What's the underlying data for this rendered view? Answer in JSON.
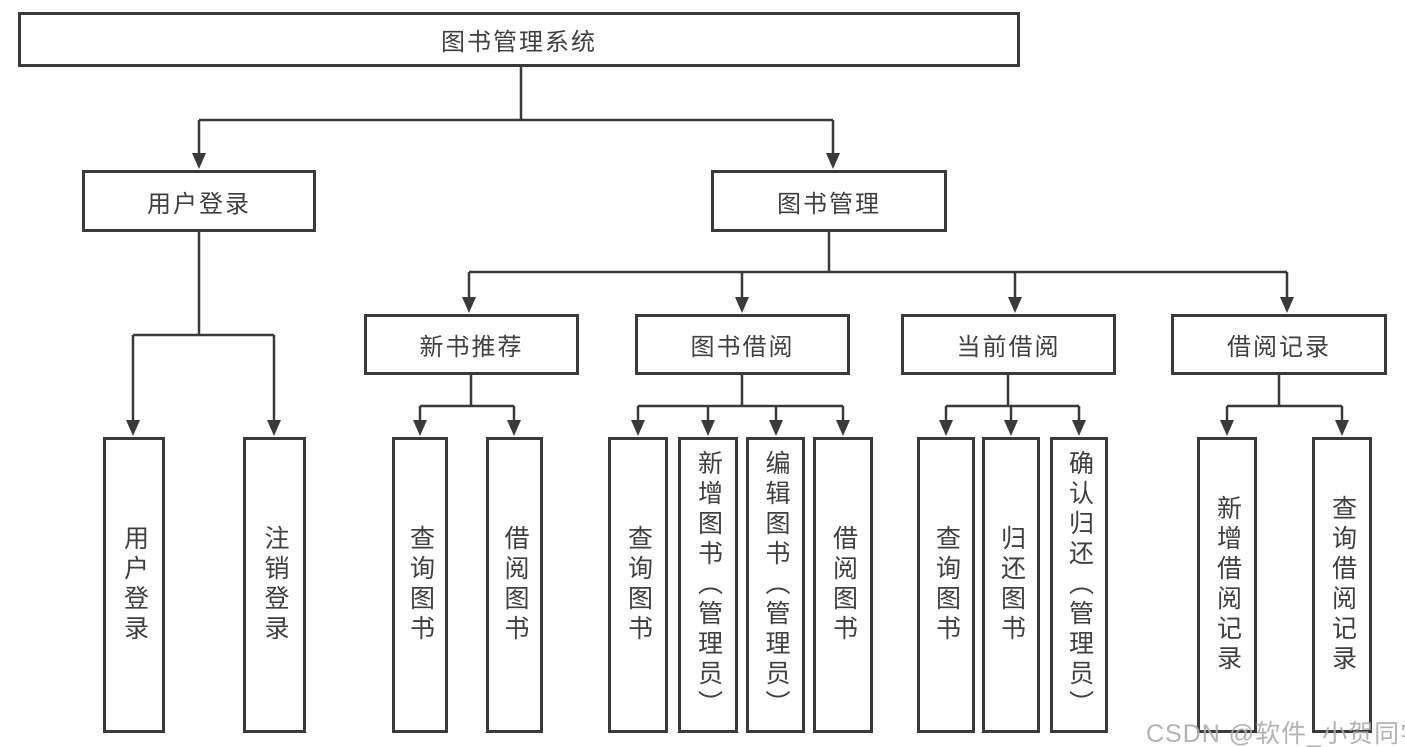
{
  "tree": {
    "root": "图书管理系统",
    "children": [
      {
        "label": "用户登录",
        "children": [
          {
            "label": "用户登录"
          },
          {
            "label": "注销登录"
          }
        ]
      },
      {
        "label": "图书管理",
        "children": [
          {
            "label": "新书推荐",
            "children": [
              {
                "label": "查询图书"
              },
              {
                "label": "借阅图书"
              }
            ]
          },
          {
            "label": "图书借阅",
            "children": [
              {
                "label": "查询图书"
              },
              {
                "label": "新增图书（管理员）"
              },
              {
                "label": "编辑图书（管理员）"
              },
              {
                "label": "借阅图书"
              }
            ]
          },
          {
            "label": "当前借阅",
            "children": [
              {
                "label": "查询图书"
              },
              {
                "label": "归还图书"
              },
              {
                "label": "确认归还（管理员）"
              }
            ]
          },
          {
            "label": "借阅记录",
            "children": [
              {
                "label": "新增借阅记录"
              },
              {
                "label": "查询借阅记录"
              }
            ]
          }
        ]
      }
    ]
  },
  "watermark": {
    "text": "CSDN @软件_小贺同学"
  },
  "colors": {
    "line": "#3a3a3a",
    "box_border": "#3a3a3a",
    "text": "#3f3f3f",
    "watermark": "#adadad",
    "background": "#ffffff"
  }
}
